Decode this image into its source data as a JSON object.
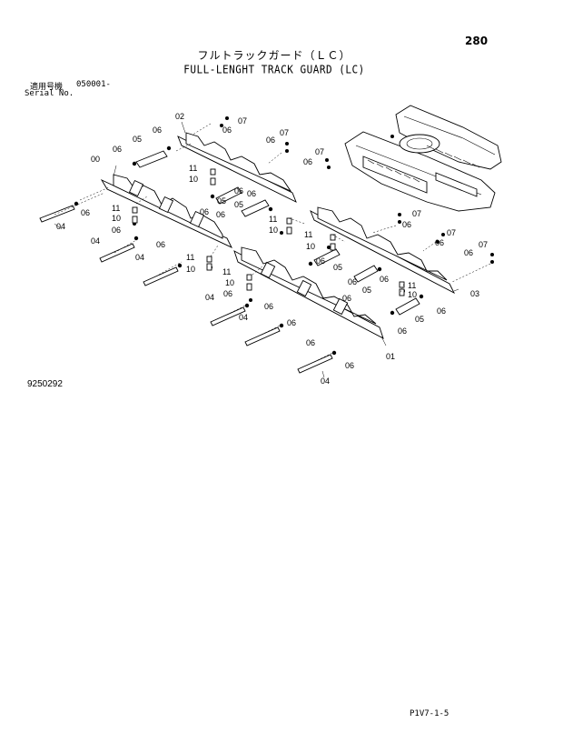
{
  "header": {
    "page_number": "280",
    "title_jp": "フルトラックガード（ＬＣ）",
    "title_en": "FULL-LENGHT TRACK GUARD (LC)",
    "serial_label_jp": "適用号機",
    "serial_value": "050001-",
    "serial_label_en": "Serial No."
  },
  "diagram": {
    "figure_number": "9250292",
    "callouts": {
      "c00": "00",
      "c01": "01",
      "c02": "02",
      "c03": "03",
      "c04a": "04",
      "c04b": "04",
      "c04c": "04",
      "c04d": "04",
      "c04e": "04",
      "c04f": "04",
      "c05a": "05",
      "c05b": "05",
      "c05c": "05",
      "c05d": "05",
      "c05e": "05",
      "c05f": "05",
      "c06a": "06",
      "c06b": "06",
      "c06c": "06",
      "c06d": "06",
      "c06e": "06",
      "c06f": "06",
      "c06g": "06",
      "c06h": "06",
      "c06i": "06",
      "c06j": "06",
      "c06k": "06",
      "c06l": "06",
      "c06m": "06",
      "c06n": "06",
      "c06o": "06",
      "c06p": "06",
      "c06q": "06",
      "c06r": "06",
      "c06s": "06",
      "c06t": "06",
      "c06u": "06",
      "c06v": "06",
      "c06w": "06",
      "c06x": "06",
      "c06y": "06",
      "c06z": "06",
      "c07a": "07",
      "c07b": "07",
      "c07c": "07",
      "c07d": "07",
      "c07e": "07",
      "c07f": "07",
      "c10a": "10",
      "c10b": "10",
      "c10c": "10",
      "c10d": "10",
      "c10e": "10",
      "c10f": "10",
      "c10g": "10",
      "c11a": "11",
      "c11b": "11",
      "c11c": "11",
      "c11d": "11",
      "c11e": "11",
      "c11f": "11",
      "c11g": "11"
    }
  },
  "footer": {
    "page_code": "P1V7-1-5"
  }
}
